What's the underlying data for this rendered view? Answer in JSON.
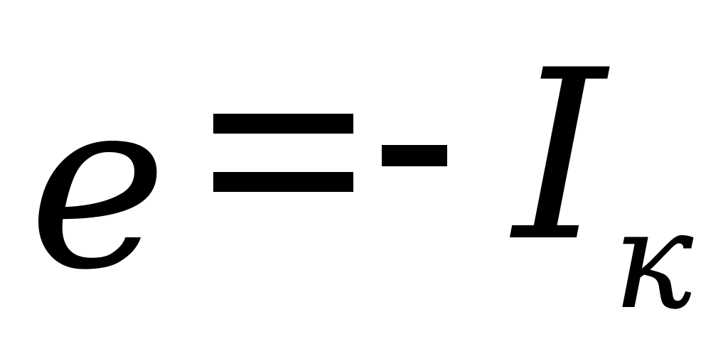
{
  "formula": {
    "lhs": "e",
    "equals": "=",
    "minus": "-",
    "rhs_var": "I",
    "rhs_sub": "к"
  },
  "colors": {
    "ink": "#000000",
    "background": "#ffffff"
  }
}
